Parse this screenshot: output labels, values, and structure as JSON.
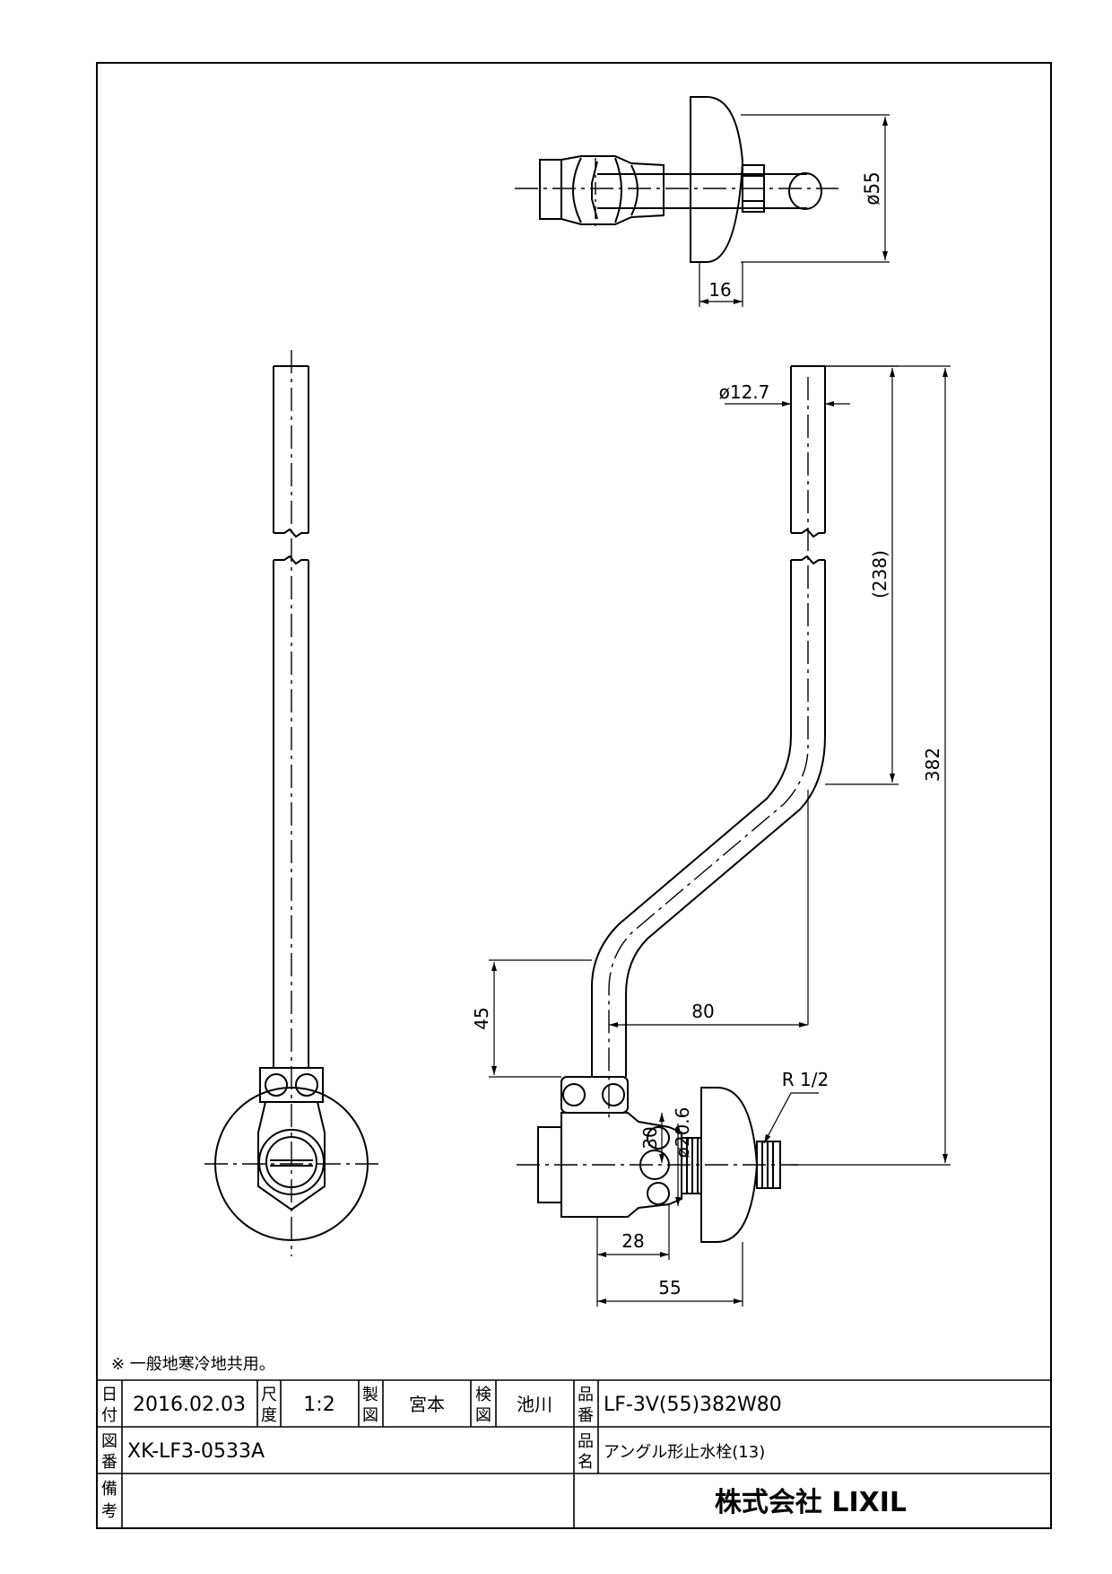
{
  "dimensions": {
    "top_width": "16",
    "flange_dia": "ø55",
    "pipe_dia": "ø12.7",
    "pipe_length": "(238)",
    "total_height": "382",
    "offset_width": "80",
    "offset_height": "45",
    "height_30": "30",
    "body_dia": "ø20.6",
    "thread": "R 1/2",
    "depth_28": "28",
    "depth_55": "55"
  },
  "note": "※ 一般地寒冷地共用。",
  "title_block": {
    "date_label": [
      "日",
      "付"
    ],
    "date": "2016.02.03",
    "scale_label": [
      "尺",
      "度"
    ],
    "scale": "1:2",
    "drawn_label": [
      "製",
      "図"
    ],
    "drawn_by": "宮本",
    "checked_label": [
      "検",
      "図"
    ],
    "checked_by": "池川",
    "part_no_label": [
      "品",
      "番"
    ],
    "part_no": "LF-3V(55)382W80",
    "drawing_no_label": [
      "図",
      "番"
    ],
    "drawing_no": "XK-LF3-0533A",
    "product_label": [
      "品",
      "名"
    ],
    "product_name": "アングル形止水栓(13)",
    "remarks_label": [
      "備",
      "考"
    ],
    "company": "株式会社 LIXIL"
  }
}
